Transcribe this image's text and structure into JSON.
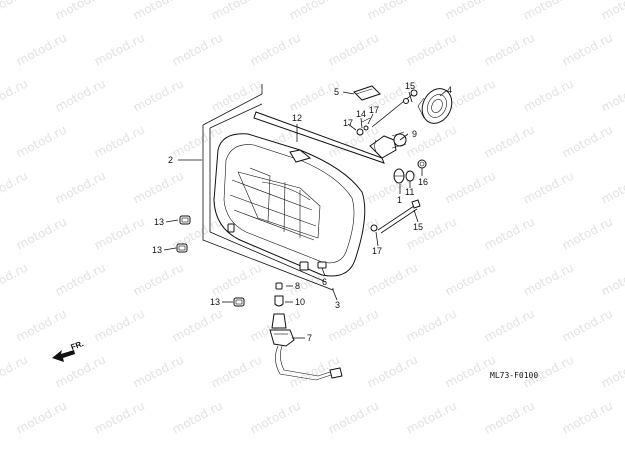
{
  "watermark": {
    "text": "motod.ru",
    "color": "#e2e2e2"
  },
  "diagram_code": "ML73-F0100",
  "direction_label": "FR.",
  "callouts": [
    "1",
    "2",
    "3",
    "4",
    "5",
    "6",
    "7",
    "8",
    "9",
    "10",
    "11",
    "12",
    "13",
    "14",
    "15",
    "16",
    "17"
  ]
}
